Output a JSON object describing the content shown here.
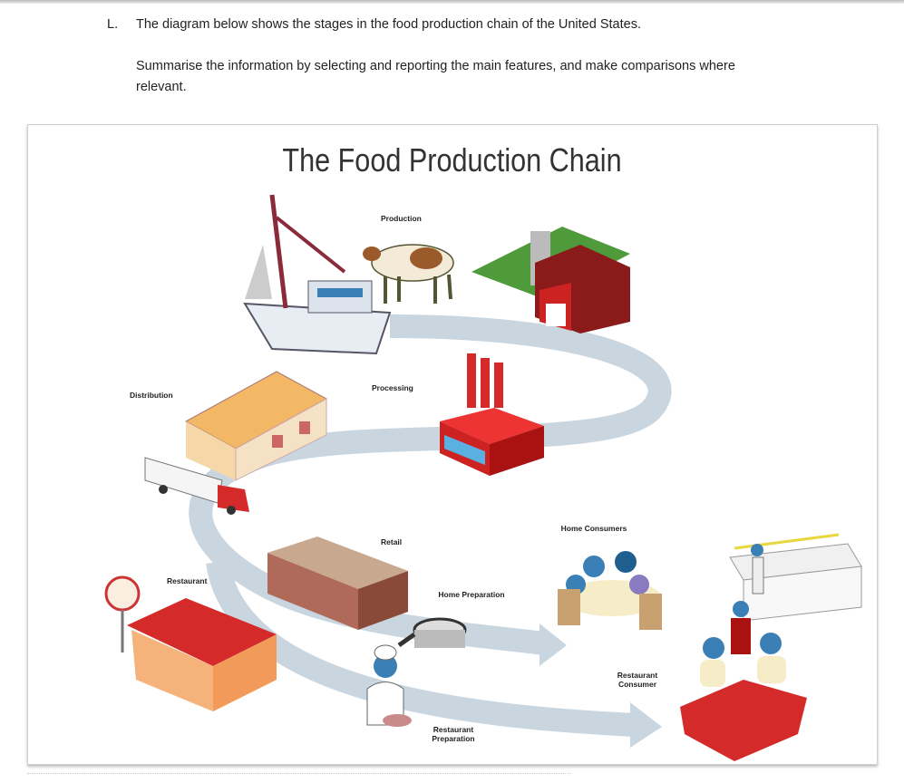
{
  "question": {
    "number": "L.",
    "text": "The diagram below shows the stages in the food production chain of the United States.",
    "instruction": "Summarise the information by selecting and reporting the main features, and make comparisons where relevant."
  },
  "diagram": {
    "title": "The Food Production Chain",
    "labels": {
      "production": "Production",
      "processing": "Processing",
      "distribution": "Distribution",
      "retail": "Retail",
      "restaurant": "Restaurant",
      "home_preparation": "Home Preparation",
      "home_consumers": "Home Consumers",
      "restaurant_consumer": "Restaurant Consumer",
      "restaurant_preparation": "Restaurant Preparation"
    },
    "colors": {
      "path": "#c9d6e0",
      "red": "#d42a2a",
      "barn": "#8b1a1a",
      "orange": "#f2b866",
      "blue": "#3a7fb5"
    }
  }
}
